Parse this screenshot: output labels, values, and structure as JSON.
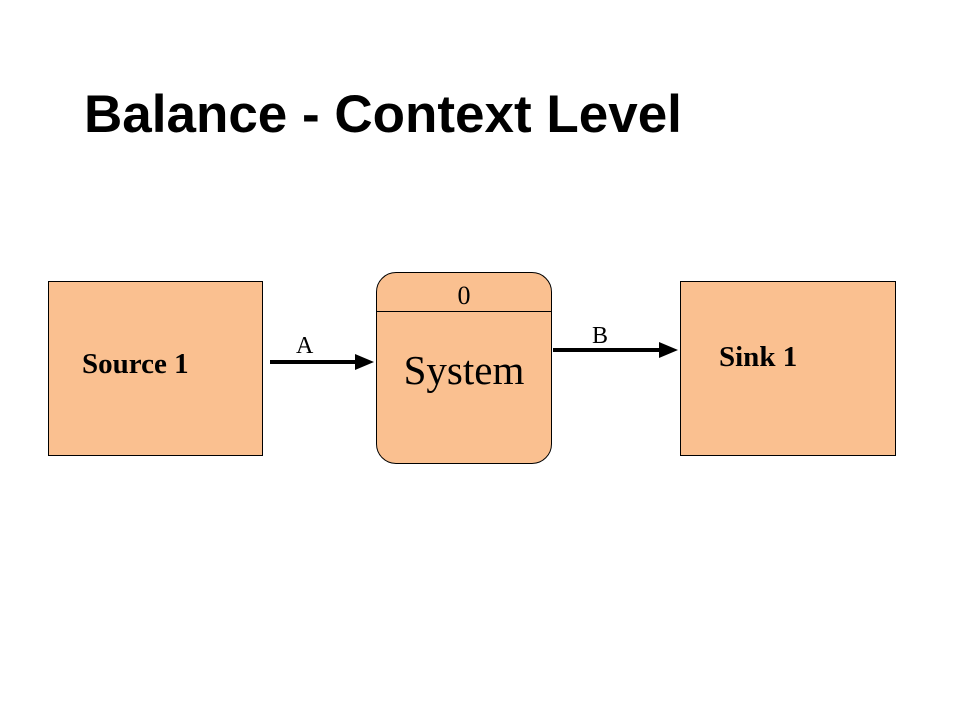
{
  "title": "Balance - Context Level",
  "source": {
    "label": "Source 1"
  },
  "process": {
    "id": "0",
    "name": "System"
  },
  "sink": {
    "label": "Sink 1"
  },
  "flows": [
    {
      "label": "A",
      "from": "Source 1",
      "to": "System"
    },
    {
      "label": "B",
      "from": "System",
      "to": "Sink 1"
    }
  ],
  "colors": {
    "fill": "#fac090",
    "stroke": "#000000",
    "background": "#ffffff"
  }
}
